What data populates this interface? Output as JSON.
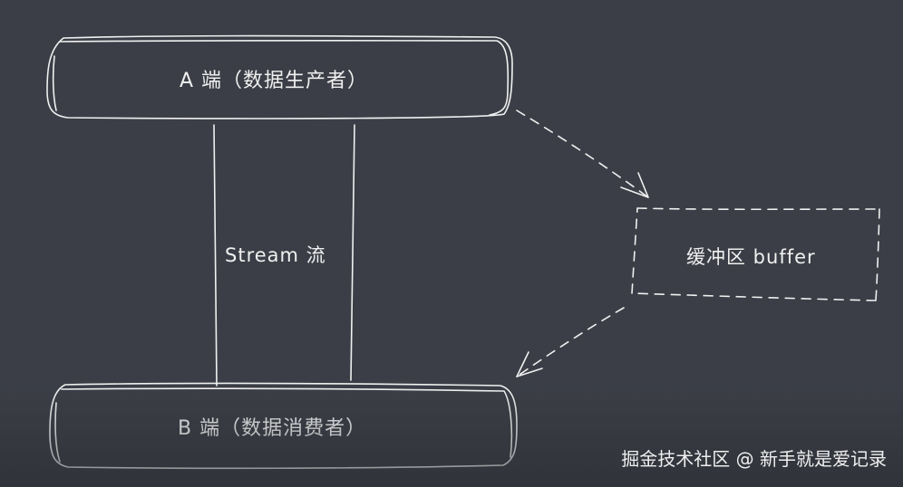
{
  "diagram": {
    "producer_label": "A 端（数据生产者）",
    "consumer_label": "B 端（数据消费者）",
    "stream_label": "Stream 流",
    "buffer_label": "缓冲区 buffer"
  },
  "watermark": "掘金技术社区 @ 新手就是爱记录",
  "colors": {
    "background": "#3b3e46",
    "stroke": "#f0f0f0"
  }
}
